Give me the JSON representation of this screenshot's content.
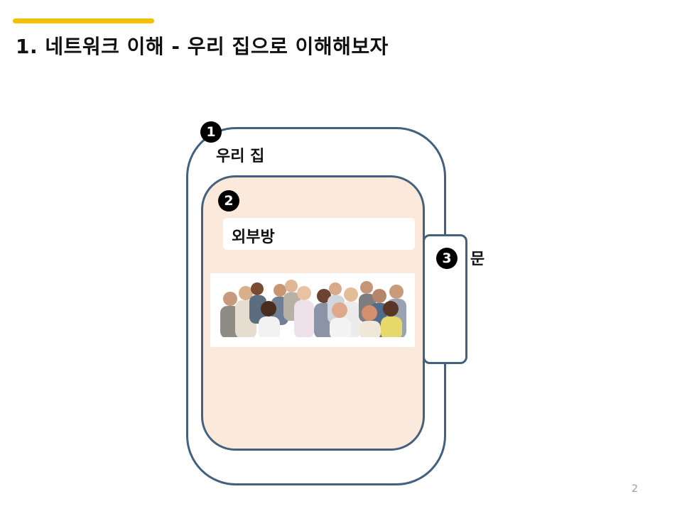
{
  "slide": {
    "title": "1. 네트워크 이해 - 우리 집으로 이해해보자",
    "page_number": "2",
    "accent_color": "#f5c000"
  },
  "diagram": {
    "outline_color": "#44607f",
    "room_fill": "#fbeadb",
    "house": {
      "badge": "1",
      "label": "우리 집"
    },
    "room": {
      "badge": "2",
      "label": "외부방",
      "image": "group-of-people-photo"
    },
    "door": {
      "badge": "3",
      "label": "문"
    }
  }
}
